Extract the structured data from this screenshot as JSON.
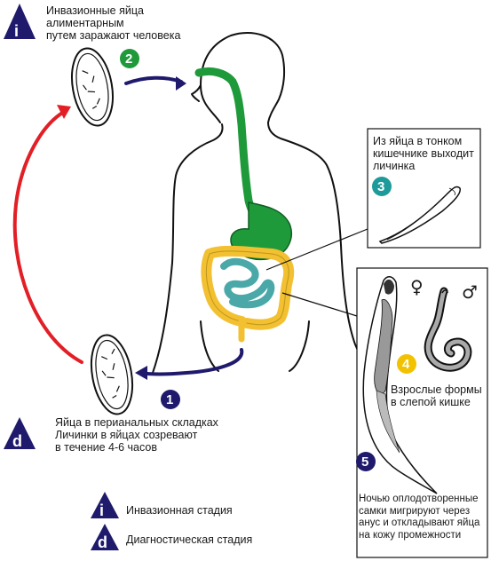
{
  "stage_i_note": [
    "Инвазионные яйца",
    "алиментарным",
    "путем заражают человека"
  ],
  "stage_d_note": [
    "Яйца в перианальных складках",
    "Личинки в яйцах созревают",
    "в течение 4-6 часов"
  ],
  "step3_note": [
    "Из яйца в тонком",
    "кишечнике выходит",
    "личинка"
  ],
  "step4_note": [
    "Взрослые формы",
    "в слепой кишке"
  ],
  "step5_note": [
    "Ночью оплодотворенные",
    "самки мигрируют через",
    "анус и откладывают яйца",
    "на кожу промежности"
  ],
  "legend": {
    "i_label": "Инвазионная стадия",
    "d_label": "Диагностическая стадия"
  },
  "markers": {
    "i": "i",
    "d": "d"
  },
  "step_numbers": [
    "1",
    "2",
    "3",
    "4",
    "5"
  ],
  "sex_symbols": {
    "female": "♀",
    "male": "♂"
  },
  "colors": {
    "navy": "#1f1a6b",
    "green_marker": "#1f9a3a",
    "teal_marker": "#1f9a9a",
    "yellow_marker": "#f2c200",
    "red_arrow": "#e21f26",
    "gut_green": "#1f9a3a",
    "small_intestine": "#4aa8a8",
    "colon": "#f2c030"
  },
  "icons": [
    "egg-icon",
    "human-silhouette",
    "larva-icon",
    "female-worm-icon",
    "male-worm-icon",
    "stage-triangle-icon"
  ]
}
